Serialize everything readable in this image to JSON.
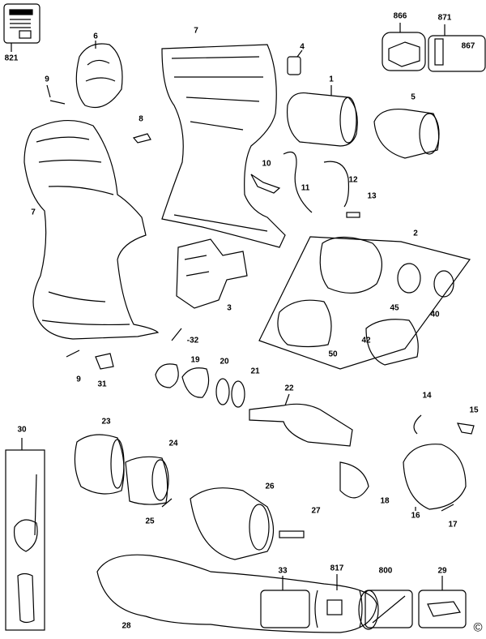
{
  "diagram": {
    "labels": {
      "p821": "821",
      "p6": "6",
      "p7a": "7",
      "p4": "4",
      "p866": "866",
      "p871": "871",
      "p867": "867",
      "p9a": "9",
      "p1": "1",
      "p5": "5",
      "p8": "8",
      "p10": "10",
      "p12": "12",
      "p11": "11",
      "p13": "13",
      "p7b": "7",
      "p2": "2",
      "p3": "3",
      "p45": "45",
      "p40": "40",
      "p42": "42",
      "p50": "50",
      "p32": "-32",
      "p19": "19",
      "p20": "20",
      "p21": "21",
      "p22": "22",
      "p9b": "9",
      "p31": "31",
      "p14": "14",
      "p15": "15",
      "p30": "30",
      "p23": "23",
      "p24": "24",
      "p16": "16",
      "p26": "26",
      "p27": "27",
      "p18": "18",
      "p17": "17",
      "p25": "25",
      "p33": "33",
      "p817": "817",
      "p800": "800",
      "p29": "29",
      "p28": "28"
    },
    "copyright": "©"
  }
}
